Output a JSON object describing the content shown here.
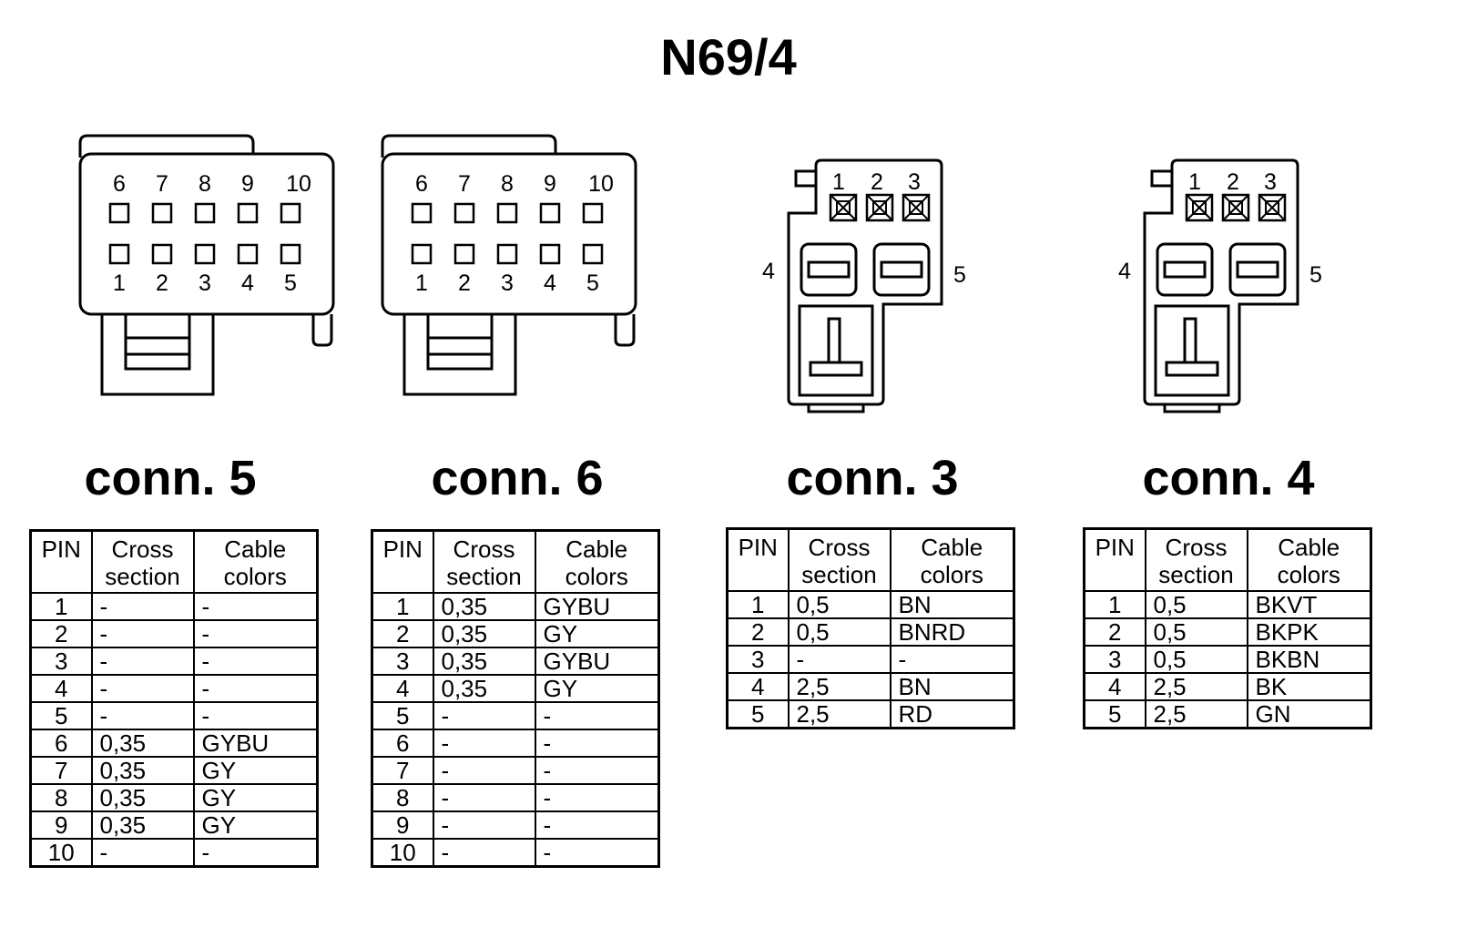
{
  "title": "N69/4",
  "headers": {
    "pin": "PIN",
    "cross_line1": "Cross",
    "cross_line2": "section",
    "cable_line1": "Cable",
    "cable_line2": "colors"
  },
  "connectors": [
    {
      "label": "conn. 5",
      "top_pins": [
        "6",
        "7",
        "8",
        "9",
        "10"
      ],
      "bottom_pins": [
        "1",
        "2",
        "3",
        "4",
        "5"
      ],
      "rows": [
        {
          "pin": "1",
          "cross": "-",
          "color": "-"
        },
        {
          "pin": "2",
          "cross": "-",
          "color": "-"
        },
        {
          "pin": "3",
          "cross": "-",
          "color": "-"
        },
        {
          "pin": "4",
          "cross": "-",
          "color": "-"
        },
        {
          "pin": "5",
          "cross": "-",
          "color": "-"
        },
        {
          "pin": "6",
          "cross": "0,35",
          "color": "GYBU"
        },
        {
          "pin": "7",
          "cross": "0,35",
          "color": "GY"
        },
        {
          "pin": "8",
          "cross": "0,35",
          "color": "GY"
        },
        {
          "pin": "9",
          "cross": "0,35",
          "color": "GY"
        },
        {
          "pin": "10",
          "cross": "-",
          "color": "-"
        }
      ]
    },
    {
      "label": "conn. 6",
      "top_pins": [
        "6",
        "7",
        "8",
        "9",
        "10"
      ],
      "bottom_pins": [
        "1",
        "2",
        "3",
        "4",
        "5"
      ],
      "rows": [
        {
          "pin": "1",
          "cross": "0,35",
          "color": "GYBU"
        },
        {
          "pin": "2",
          "cross": "0,35",
          "color": "GY"
        },
        {
          "pin": "3",
          "cross": "0,35",
          "color": "GYBU"
        },
        {
          "pin": "4",
          "cross": "0,35",
          "color": "GY"
        },
        {
          "pin": "5",
          "cross": "-",
          "color": "-"
        },
        {
          "pin": "6",
          "cross": "-",
          "color": "-"
        },
        {
          "pin": "7",
          "cross": "-",
          "color": "-"
        },
        {
          "pin": "8",
          "cross": "-",
          "color": "-"
        },
        {
          "pin": "9",
          "cross": "-",
          "color": "-"
        },
        {
          "pin": "10",
          "cross": "-",
          "color": "-"
        }
      ]
    },
    {
      "label": "conn. 3",
      "top_pins": [
        "1",
        "2",
        "3"
      ],
      "side_pins": [
        "4",
        "5"
      ],
      "rows": [
        {
          "pin": "1",
          "cross": "0,5",
          "color": "BN"
        },
        {
          "pin": "2",
          "cross": "0,5",
          "color": "BNRD"
        },
        {
          "pin": "3",
          "cross": "-",
          "color": "-"
        },
        {
          "pin": "4",
          "cross": "2,5",
          "color": "BN"
        },
        {
          "pin": "5",
          "cross": "2,5",
          "color": "RD"
        }
      ]
    },
    {
      "label": "conn. 4",
      "top_pins": [
        "1",
        "2",
        "3"
      ],
      "side_pins": [
        "4",
        "5"
      ],
      "rows": [
        {
          "pin": "1",
          "cross": "0,5",
          "color": "BKVT"
        },
        {
          "pin": "2",
          "cross": "0,5",
          "color": "BKPK"
        },
        {
          "pin": "3",
          "cross": "0,5",
          "color": "BKBN"
        },
        {
          "pin": "4",
          "cross": "2,5",
          "color": "BK"
        },
        {
          "pin": "5",
          "cross": "2,5",
          "color": "GN"
        }
      ]
    }
  ]
}
